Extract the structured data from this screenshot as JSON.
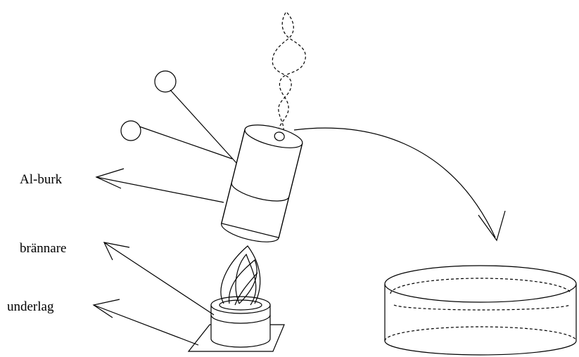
{
  "labels": {
    "can": "Al-burk",
    "burner": "brännare",
    "base": "underlag"
  }
}
